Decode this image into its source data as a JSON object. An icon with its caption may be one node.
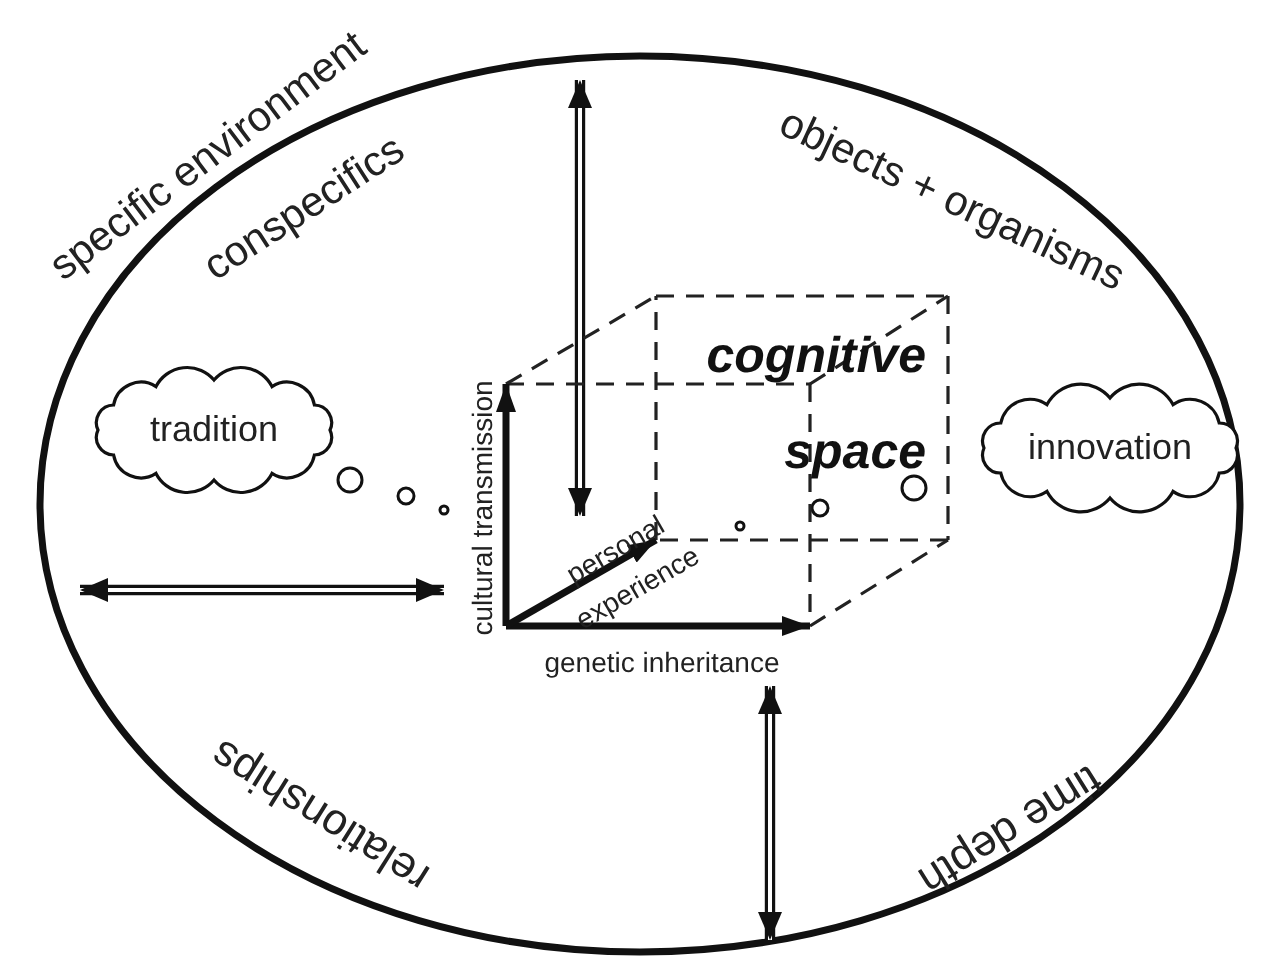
{
  "diagram": {
    "nodes": [
      {
        "text": [
          "specific environment",
          "conspecifics",
          "objects + organisms",
          "relationships",
          "time depth"
        ]
      },
      {
        "text": [
          "tradition"
        ],
        "in": 0
      },
      {
        "text": [
          "innovation"
        ],
        "in": 0
      },
      {
        "text": [
          "cognitive space"
        ],
        "in": 0
      }
    ],
    "edges": [
      {
        "from": 0,
        "to": 3,
        "arrow": "both"
      },
      {
        "from": 0,
        "to": 3,
        "arrow": "both"
      },
      {
        "from": 0,
        "to": 3,
        "arrow": "both"
      }
    ],
    "labels": [
      "cultural transmission",
      "personal experience",
      "genetic inheritance"
    ]
  }
}
